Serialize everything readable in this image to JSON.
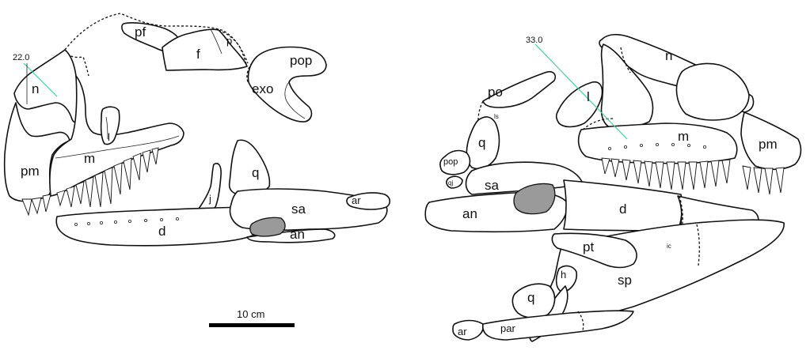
{
  "colors": {
    "outline": "#111111",
    "fenestra_fill": "#9a9a9a",
    "angle_line": "#3ccfa6",
    "scale_bar": "#000000",
    "background": "#ffffff"
  },
  "left_skull": {
    "angle": "22.0",
    "labels": {
      "pf": "pf",
      "f": "f",
      "p": "p",
      "pop": "pop",
      "exo": "exo",
      "n": "n",
      "pm": "pm",
      "m": "m",
      "l": "l",
      "q": "q",
      "j": "j",
      "sa": "sa",
      "ar": "ar",
      "d": "d",
      "an": "an"
    }
  },
  "right_skull": {
    "angle": "33.0",
    "labels": {
      "n": "n",
      "po": "po",
      "l": "l",
      "q": "q",
      "m": "m",
      "pm": "pm",
      "pop": "pop",
      "sa": "sa",
      "an": "an",
      "d": "d",
      "pt": "pt",
      "h": "h",
      "sp": "sp",
      "q2": "q",
      "ar": "ar",
      "par": "par",
      "ls": "ls",
      "qj": "qj",
      "ic": "ic"
    }
  },
  "scale_bar": {
    "label": "10 cm"
  }
}
